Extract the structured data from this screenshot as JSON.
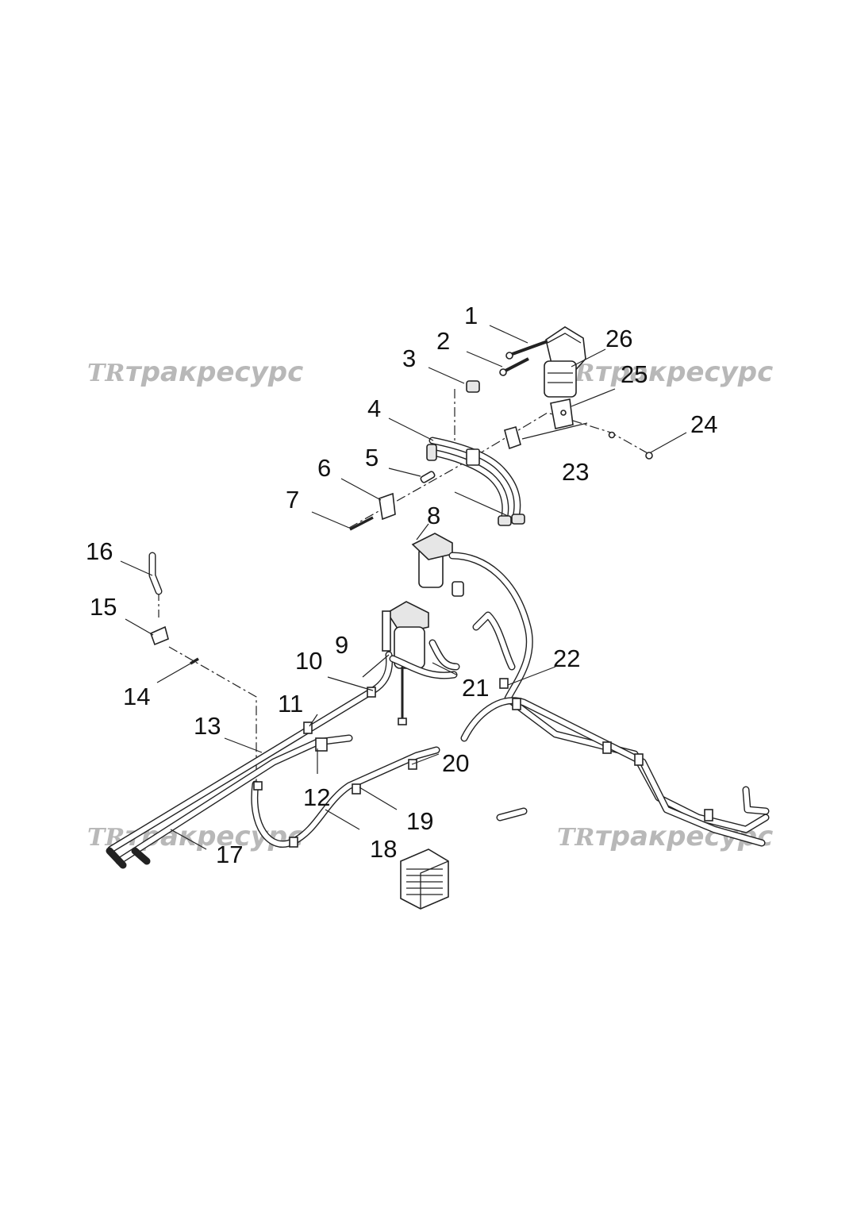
{
  "watermark": {
    "logo": "TR",
    "text": "тракресурс",
    "accent_color": "#b8b8b8"
  },
  "callouts": [
    {
      "label": "1"
    },
    {
      "label": "2"
    },
    {
      "label": "3"
    },
    {
      "label": "4"
    },
    {
      "label": "5"
    },
    {
      "label": "6"
    },
    {
      "label": "7"
    },
    {
      "label": "8"
    },
    {
      "label": "9"
    },
    {
      "label": "10"
    },
    {
      "label": "11"
    },
    {
      "label": "12"
    },
    {
      "label": "13"
    },
    {
      "label": "14"
    },
    {
      "label": "15"
    },
    {
      "label": "16"
    },
    {
      "label": "17"
    },
    {
      "label": "18"
    },
    {
      "label": "19"
    },
    {
      "label": "20"
    },
    {
      "label": "21"
    },
    {
      "label": "22"
    },
    {
      "label": "23"
    },
    {
      "label": "24"
    },
    {
      "label": "25"
    },
    {
      "label": "26"
    }
  ]
}
